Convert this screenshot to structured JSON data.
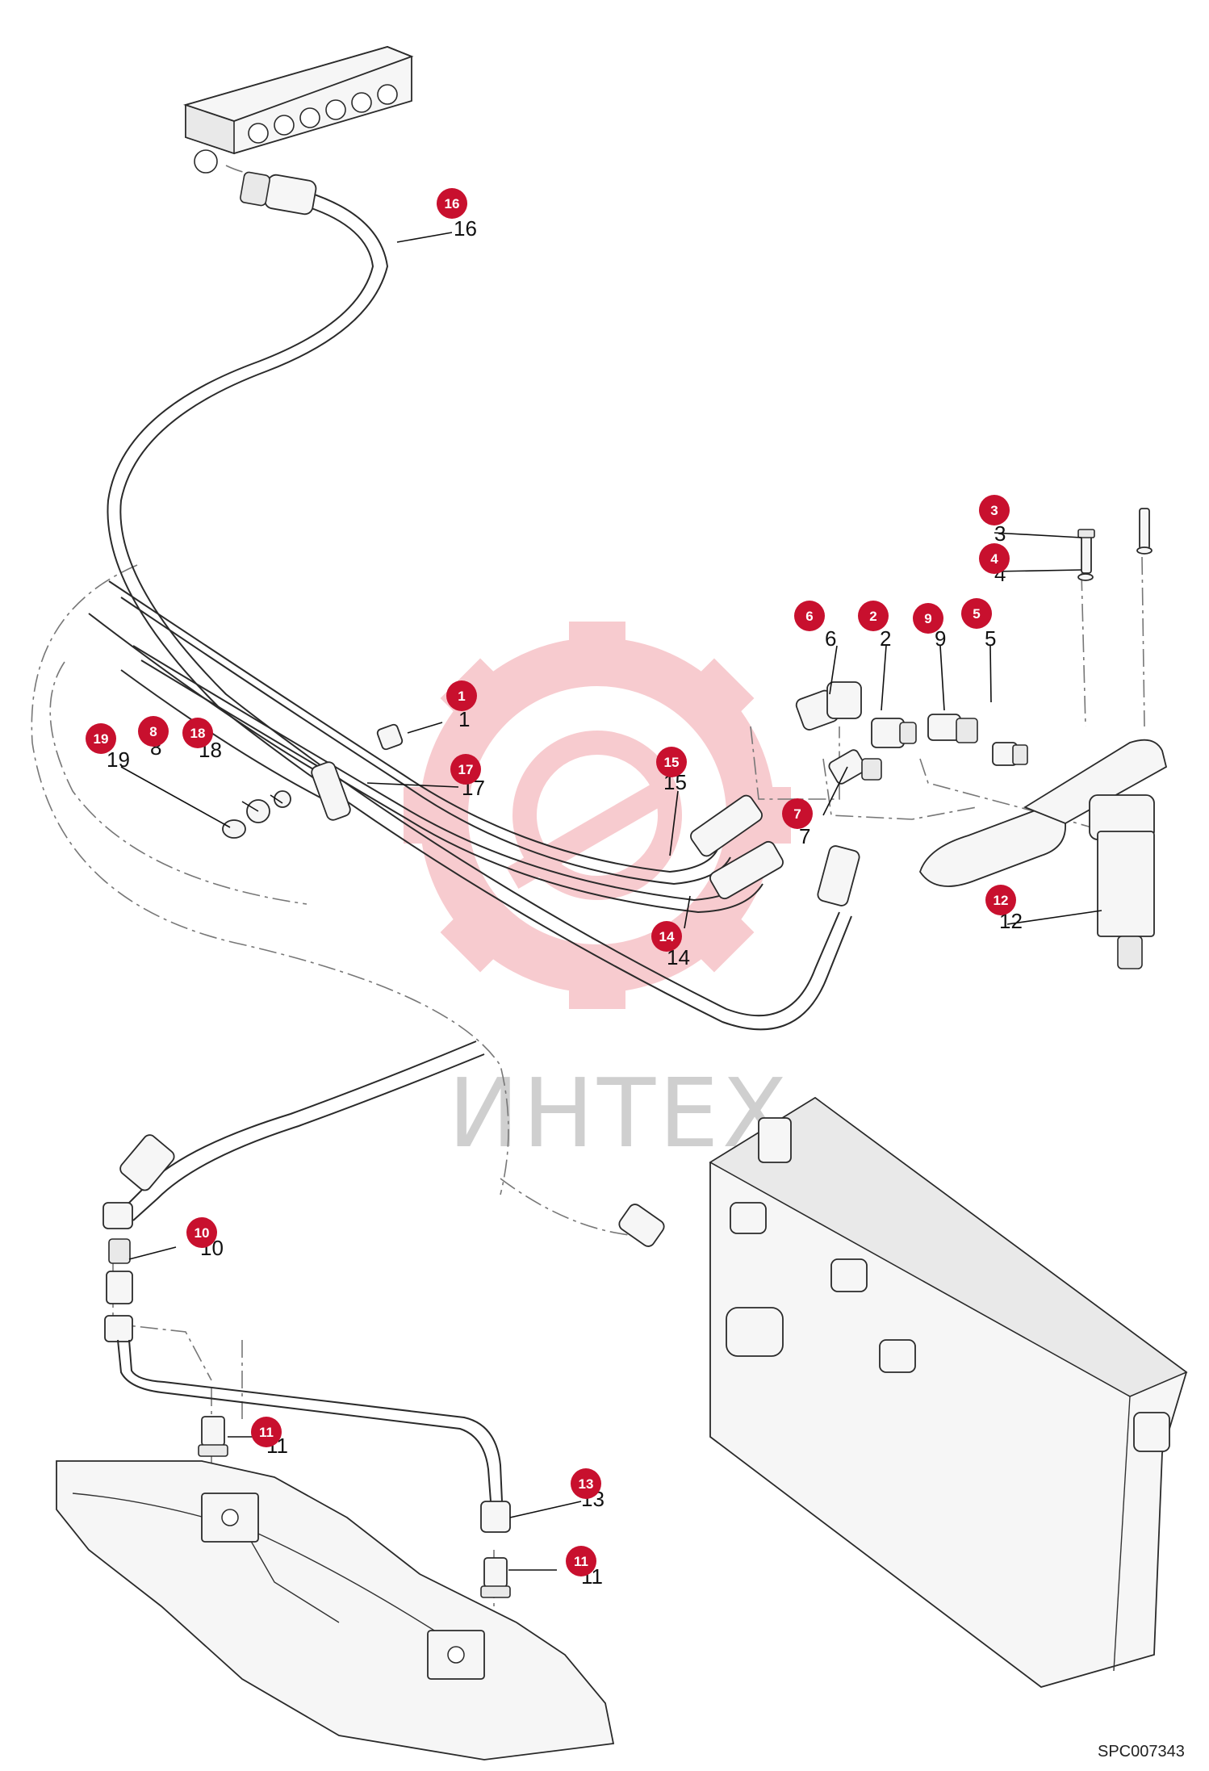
{
  "watermark": {
    "text": "ИНТЕХ",
    "color": "#e84a57",
    "gear_color": "#f2a2a8"
  },
  "drawing_code": "SPC007343",
  "badge_color": "#c8102e",
  "callouts": [
    {
      "id": "c1",
      "badge": "1",
      "label": "1"
    },
    {
      "id": "c2",
      "badge": "2",
      "label": "2"
    },
    {
      "id": "c3",
      "badge": "3",
      "label": "3"
    },
    {
      "id": "c4",
      "badge": "4",
      "label": "4"
    },
    {
      "id": "c5",
      "badge": "5",
      "label": "5"
    },
    {
      "id": "c6",
      "badge": "6",
      "label": "6"
    },
    {
      "id": "c7",
      "badge": "7",
      "label": "7"
    },
    {
      "id": "c8",
      "badge": "8",
      "label": "8"
    },
    {
      "id": "c9",
      "badge": "9",
      "label": "9"
    },
    {
      "id": "c10",
      "badge": "10",
      "label": "10"
    },
    {
      "id": "c11a",
      "badge": "11",
      "label": "11"
    },
    {
      "id": "c11b",
      "badge": "11",
      "label": "11"
    },
    {
      "id": "c12",
      "badge": "12",
      "label": "12"
    },
    {
      "id": "c13",
      "badge": "13",
      "label": "13"
    },
    {
      "id": "c14",
      "badge": "14",
      "label": "14"
    },
    {
      "id": "c15",
      "badge": "15",
      "label": "15"
    },
    {
      "id": "c16",
      "badge": "16",
      "label": "16"
    },
    {
      "id": "c17",
      "badge": "17",
      "label": "17"
    },
    {
      "id": "c18",
      "badge": "18",
      "label": "18"
    },
    {
      "id": "c19",
      "badge": "19",
      "label": "19"
    }
  ]
}
